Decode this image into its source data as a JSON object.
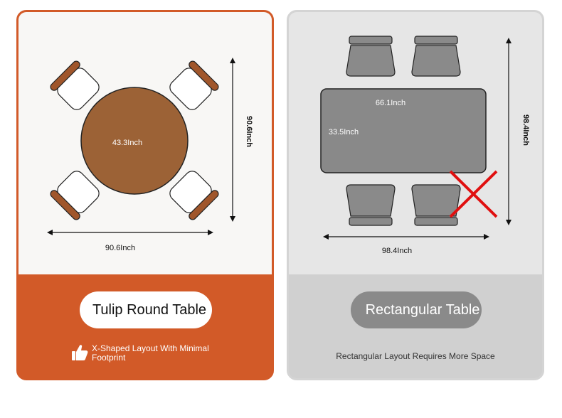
{
  "left_card": {
    "table_diameter": "43.3Inch",
    "depth_dimension": "90.6Inch",
    "width_dimension": "90.6Inch",
    "title": "Tulip Round Table",
    "note": "X-Shaped Layout With Minimal Footprint",
    "note_icon": "thumbs-up-icon",
    "accent_color": "#d25a28",
    "table_color": "#9c6236"
  },
  "right_card": {
    "table_length": "66.1Inch",
    "table_width": "33.5Inch",
    "depth_dimension": "98.4Inch",
    "width_dimension": "98.4Inch",
    "title": "Rectangular Table",
    "note": "Rectangular Layout Requires More Space",
    "mark_icon": "red-x-icon",
    "table_color": "#898989"
  }
}
